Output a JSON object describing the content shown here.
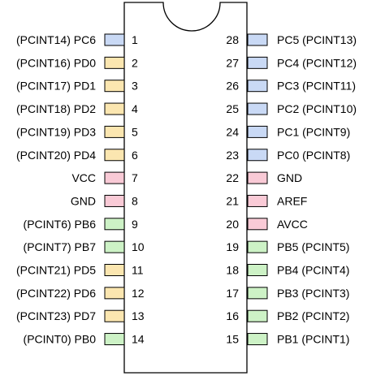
{
  "colors": {
    "port_c": "#c9d9f5",
    "port_d": "#fbe6b0",
    "port_b": "#cdf2c6",
    "power": "#f9cad6"
  },
  "left_pins": [
    {
      "number": "1",
      "label": "(PCINT14) PC6",
      "group": "port_c"
    },
    {
      "number": "2",
      "label": "(PCINT16) PD0",
      "group": "port_d"
    },
    {
      "number": "3",
      "label": "(PCINT17) PD1",
      "group": "port_d"
    },
    {
      "number": "4",
      "label": "(PCINT18) PD2",
      "group": "port_d"
    },
    {
      "number": "5",
      "label": "(PCINT19) PD3",
      "group": "port_d"
    },
    {
      "number": "6",
      "label": "(PCINT20) PD4",
      "group": "port_d"
    },
    {
      "number": "7",
      "label": "VCC",
      "group": "power"
    },
    {
      "number": "8",
      "label": "GND",
      "group": "power"
    },
    {
      "number": "9",
      "label": "(PCINT6) PB6",
      "group": "port_b"
    },
    {
      "number": "10",
      "label": "(PCINT7) PB7",
      "group": "port_b"
    },
    {
      "number": "11",
      "label": "(PCINT21) PD5",
      "group": "port_d"
    },
    {
      "number": "12",
      "label": "(PCINT22) PD6",
      "group": "port_d"
    },
    {
      "number": "13",
      "label": "(PCINT23) PD7",
      "group": "port_d"
    },
    {
      "number": "14",
      "label": "(PCINT0) PB0",
      "group": "port_b"
    }
  ],
  "right_pins": [
    {
      "number": "28",
      "label": "PC5 (PCINT13)",
      "group": "port_c"
    },
    {
      "number": "27",
      "label": "PC4 (PCINT12)",
      "group": "port_c"
    },
    {
      "number": "26",
      "label": "PC3 (PCINT11)",
      "group": "port_c"
    },
    {
      "number": "25",
      "label": "PC2 (PCINT10)",
      "group": "port_c"
    },
    {
      "number": "24",
      "label": "PC1 (PCINT9)",
      "group": "port_c"
    },
    {
      "number": "23",
      "label": "PC0 (PCINT8)",
      "group": "port_c"
    },
    {
      "number": "22",
      "label": "GND",
      "group": "power"
    },
    {
      "number": "21",
      "label": "AREF",
      "group": "power"
    },
    {
      "number": "20",
      "label": "AVCC",
      "group": "power"
    },
    {
      "number": "19",
      "label": "PB5 (PCINT5)",
      "group": "port_b"
    },
    {
      "number": "18",
      "label": "PB4 (PCINT4)",
      "group": "port_b"
    },
    {
      "number": "17",
      "label": "PB3 (PCINT3)",
      "group": "port_b"
    },
    {
      "number": "16",
      "label": "PB2 (PCINT2)",
      "group": "port_b"
    },
    {
      "number": "15",
      "label": "PB1 (PCINT1)",
      "group": "port_b"
    }
  ]
}
